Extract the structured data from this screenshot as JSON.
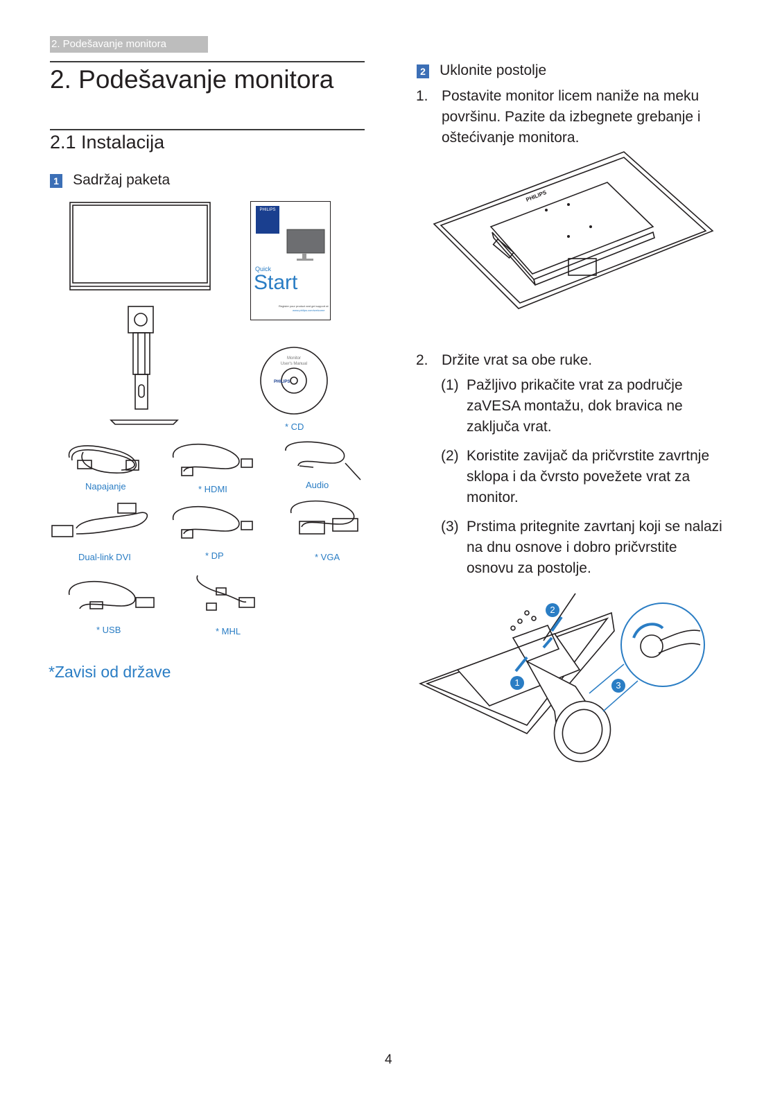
{
  "breadcrumb": "2. Podešavanje monitora",
  "chapter_title": "2.  Podešavanje monitora",
  "section_title": "2.1  Instalacija",
  "sub1": {
    "num": "1",
    "title": "Sadržaj paketa"
  },
  "package": {
    "quick_start": {
      "brand": "PHILIPS",
      "word1": "Quick",
      "word2": "Start",
      "small1": "Register your product and get support at",
      "small2": "www.philips.com/welcome"
    },
    "cd": {
      "line1": "Monitor",
      "line2": "User's Manual",
      "brand": "PHILIPS"
    },
    "labels": {
      "cd": "* CD",
      "power": "Napajanje",
      "hdmi": "* HDMI",
      "audio": "Audio",
      "dvi": "Dual-link DVI",
      "dp": "* DP",
      "vga": "* VGA",
      "usb": "* USB",
      "mhl": "* MHL"
    }
  },
  "note": "*Zavisi od države",
  "sub2": {
    "num": "2",
    "title": "Uklonite postolje"
  },
  "steps": [
    {
      "num": "1.",
      "text": "Postavite monitor licem naniže na meku površinu. Pazite da izbegnete grebanje i oštećivanje monitora."
    },
    {
      "num": "2.",
      "text": "Držite vrat sa obe ruke."
    }
  ],
  "substeps": [
    {
      "num": "(1)",
      "text": "Pažljivo prikačite vrat za područje zaVESA montažu, dok bravica ne zaključa vrat."
    },
    {
      "num": "(2)",
      "text": "Koristite zavijač da pričvrstite zavrtnje sklopa i da čvrsto povežete vrat za monitor."
    },
    {
      "num": "(3)",
      "text": "Prstima pritegnite zavrtanj koji se nalazi na dnu osnove i dobro pričvrstite osnovu za postolje."
    }
  ],
  "monitor_brand": "PHILIPS",
  "callouts": [
    "1",
    "2",
    "3"
  ],
  "page_number": "4"
}
